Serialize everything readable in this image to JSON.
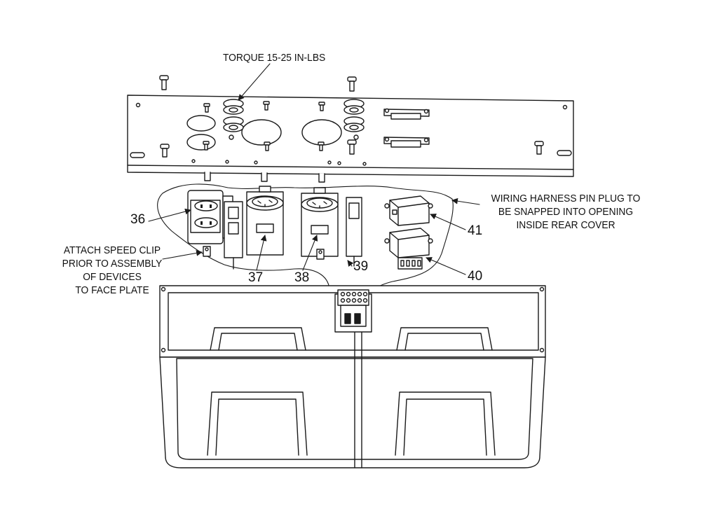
{
  "notes": {
    "torque": "TORQUE 15-25 IN-LBS",
    "harness": [
      "WIRING HARNESS PIN PLUG TO",
      "BE SNAPPED INTO OPENING",
      "INSIDE REAR COVER"
    ],
    "speed_clip": [
      "ATTACH SPEED CLIP",
      "PRIOR TO ASSEMBLY",
      "OF DEVICES",
      "TO FACE PLATE"
    ]
  },
  "callouts": {
    "c36": "36",
    "c37": "37",
    "c38": "38",
    "c39": "39",
    "c40": "40",
    "c41": "41"
  },
  "colors": {
    "line": "#1a1a1a",
    "fill": "#ffffff",
    "shade": "#d9d9d9"
  }
}
